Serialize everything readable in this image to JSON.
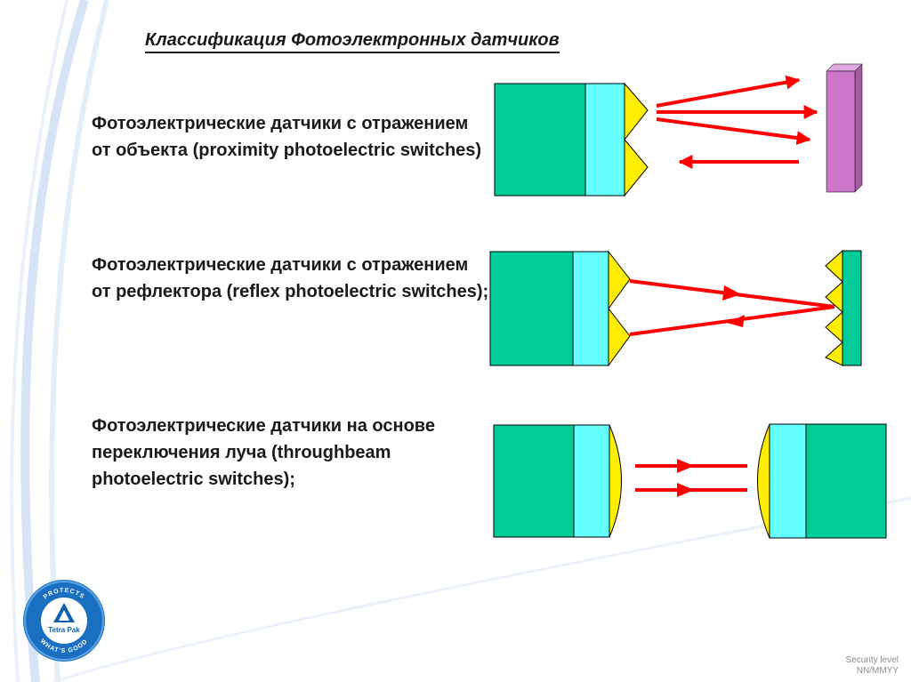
{
  "title": "Классификация Фотоэлектронных датчиков",
  "items": [
    {
      "text": "Фотоэлектрические датчики с отражением от объекта  (proximity photoelectric switches)"
    },
    {
      "text": "Фотоэлектрические датчики с отражением от рефлектора (reflex photoelectric switches);"
    },
    {
      "text": "Фотоэлектрические датчики на основе переключения луча (throughbeam photoelectric switches);"
    }
  ],
  "logo": {
    "brand": "Tetra Pak",
    "ring_top": "PROTECTS",
    "ring_bottom": "WHAT'S GOOD"
  },
  "footer": {
    "security_label": "Security level",
    "security_value": "NN/MMYY"
  },
  "colors": {
    "sensor_body": "#00cc99",
    "lens": "#66ffff",
    "emitter": "#ffee00",
    "beam": "#ff0000",
    "target": "#cc77cc",
    "swoosh": "#c9dcf2",
    "logo_blue": "#1060b0"
  }
}
